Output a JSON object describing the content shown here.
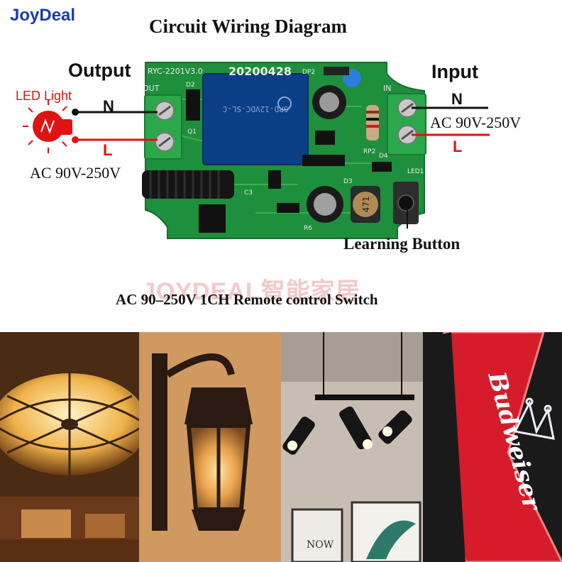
{
  "brand": "JoyDeal",
  "title": "Circuit Wiring Diagram",
  "output": {
    "label": "Output",
    "neutral": "N",
    "live": "L",
    "load_label": "LED Light",
    "voltage": "AC 90V-250V"
  },
  "input": {
    "label": "Input",
    "neutral": "N",
    "live": "L",
    "voltage": "AC 90V-250V"
  },
  "board": {
    "model": "RYC-2201V3.0",
    "date": "20200428",
    "relay_text": "SRD-12VDC-SL-C",
    "inductor": "471",
    "silk_out": "OUT",
    "silk_in": "IN",
    "parts": [
      "D2",
      "Q1",
      "DP2",
      "RP2",
      "D4",
      "LED1",
      "D3",
      "C3",
      "R6"
    ]
  },
  "learning_button": "Learning Button",
  "watermark": "JOYDEAL智能家居",
  "caption": "AC 90–250V 1CH Remote control Switch",
  "photos": [
    {
      "name": "ceiling-lamp",
      "text": ""
    },
    {
      "name": "wall-lantern",
      "text": ""
    },
    {
      "name": "track-spotlights",
      "text": "NOW"
    },
    {
      "name": "neon-sign",
      "text": "Budweiser"
    }
  ],
  "colors": {
    "brand": "#1a3cb0",
    "live": "#e01212",
    "neutral": "#111111",
    "pcb": "#1e8f3c",
    "terminal": "#2aa84a"
  }
}
